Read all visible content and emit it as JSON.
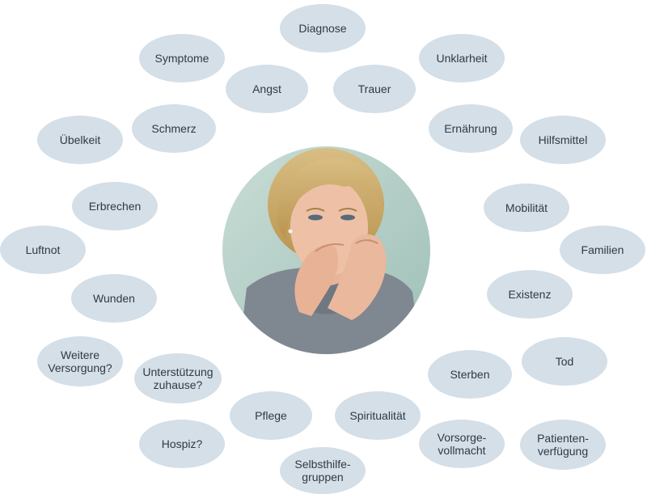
{
  "bubbles": [
    {
      "id": "diagnose",
      "label": "Diagnose"
    },
    {
      "id": "symptome",
      "label": "Symptome"
    },
    {
      "id": "unklarheit",
      "label": "Unklarheit"
    },
    {
      "id": "angst",
      "label": "Angst"
    },
    {
      "id": "trauer",
      "label": "Trauer"
    },
    {
      "id": "schmerz",
      "label": "Schmerz"
    },
    {
      "id": "uebelkeit",
      "label": "Übelkeit"
    },
    {
      "id": "ernaehrung",
      "label": "Ernährung"
    },
    {
      "id": "hilfsmittel",
      "label": "Hilfsmittel"
    },
    {
      "id": "erbrechen",
      "label": "Erbrechen"
    },
    {
      "id": "mobilitaet",
      "label": "Mobilität"
    },
    {
      "id": "luftnot",
      "label": "Luftnot"
    },
    {
      "id": "familien",
      "label": "Familien"
    },
    {
      "id": "wunden",
      "label": "Wunden"
    },
    {
      "id": "existenz",
      "label": "Existenz"
    },
    {
      "id": "weitere-versorgung",
      "label": "Weitere\nVersorgung?"
    },
    {
      "id": "unterstuetzung",
      "label": "Unterstützung\nzuhause?"
    },
    {
      "id": "tod",
      "label": "Tod"
    },
    {
      "id": "sterben",
      "label": "Sterben"
    },
    {
      "id": "pflege",
      "label": "Pflege"
    },
    {
      "id": "spiritualitaet",
      "label": "Spiritualität"
    },
    {
      "id": "hospiz",
      "label": "Hospiz?"
    },
    {
      "id": "vorsorgevollmacht",
      "label": "Vorsorge-\nvollmacht"
    },
    {
      "id": "patientenverfuegung",
      "label": "Patienten-\nverfügung"
    },
    {
      "id": "selbsthilfegruppen",
      "label": "Selbsthilfe-\ngruppen"
    }
  ],
  "colors": {
    "bubble": "#d4dfe8",
    "text": "#2f3a44"
  }
}
